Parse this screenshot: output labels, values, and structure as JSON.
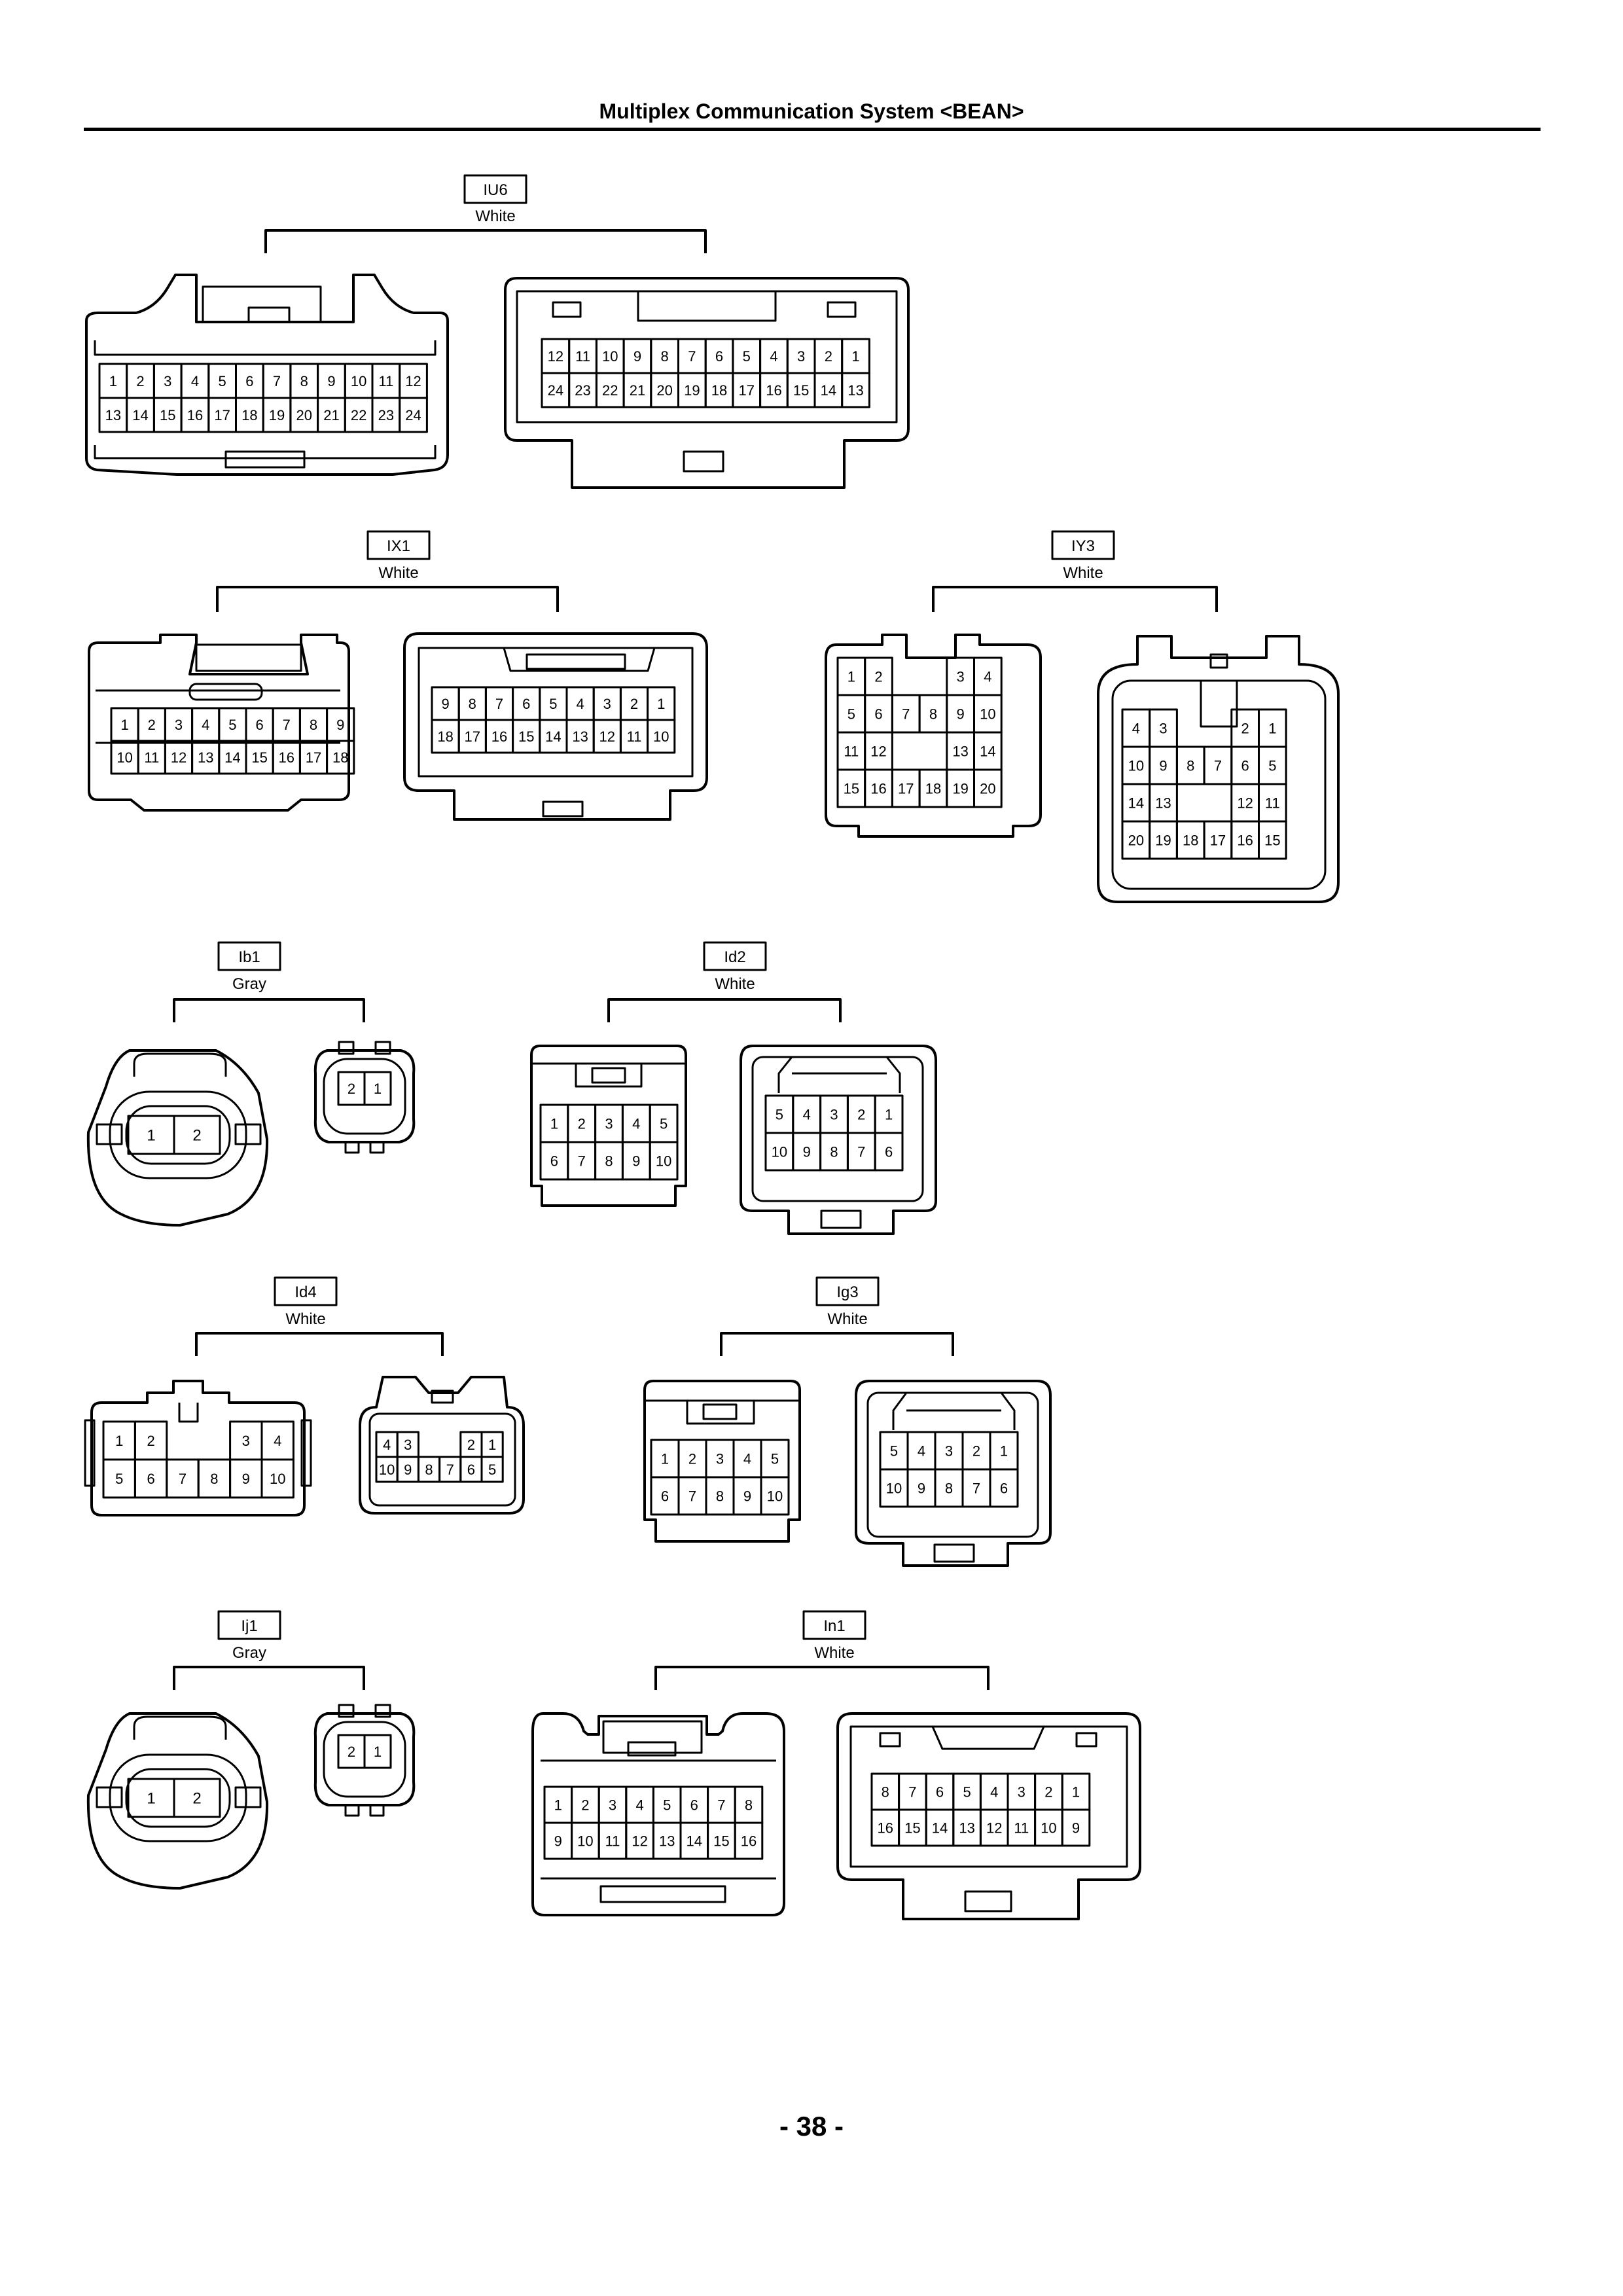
{
  "header": {
    "title": "Multiplex Communication System <BEAN>"
  },
  "page_number": "- 38 -",
  "connectors": [
    {
      "id": "IU6",
      "color": "White"
    },
    {
      "id": "IX1",
      "color": "White"
    },
    {
      "id": "IY3",
      "color": "White"
    },
    {
      "id": "Ib1",
      "color": "Gray"
    },
    {
      "id": "Id2",
      "color": "White"
    },
    {
      "id": "Id4",
      "color": "White"
    },
    {
      "id": "Ig3",
      "color": "White"
    },
    {
      "id": "Ij1",
      "color": "Gray"
    },
    {
      "id": "In1",
      "color": "White"
    }
  ],
  "pins": {
    "iu6_left": [
      [
        "1",
        "2",
        "3",
        "4",
        "5",
        "6",
        "7",
        "8",
        "9",
        "10",
        "11",
        "12"
      ],
      [
        "13",
        "14",
        "15",
        "16",
        "17",
        "18",
        "19",
        "20",
        "21",
        "22",
        "23",
        "24"
      ]
    ],
    "iu6_right": [
      [
        "12",
        "11",
        "10",
        "9",
        "8",
        "7",
        "6",
        "5",
        "4",
        "3",
        "2",
        "1"
      ],
      [
        "24",
        "23",
        "22",
        "21",
        "20",
        "19",
        "18",
        "17",
        "16",
        "15",
        "14",
        "13"
      ]
    ],
    "ix1_left": [
      [
        "1",
        "2",
        "3",
        "4",
        "5",
        "6",
        "7",
        "8",
        "9"
      ],
      [
        "10",
        "11",
        "12",
        "13",
        "14",
        "15",
        "16",
        "17",
        "18"
      ]
    ],
    "ix1_right": [
      [
        "9",
        "8",
        "7",
        "6",
        "5",
        "4",
        "3",
        "2",
        "1"
      ],
      [
        "18",
        "17",
        "16",
        "15",
        "14",
        "13",
        "12",
        "11",
        "10"
      ]
    ],
    "iy3_left": [
      [
        "1",
        "2",
        "",
        "",
        "3",
        "4"
      ],
      [
        "5",
        "6",
        "7",
        "8",
        "9",
        "10"
      ],
      [
        "11",
        "12",
        "",
        "",
        "13",
        "14"
      ],
      [
        "15",
        "16",
        "17",
        "18",
        "19",
        "20"
      ]
    ],
    "iy3_right": [
      [
        "4",
        "3",
        "",
        "",
        "2",
        "1"
      ],
      [
        "10",
        "9",
        "8",
        "7",
        "6",
        "5"
      ],
      [
        "14",
        "13",
        "",
        "",
        "12",
        "11"
      ],
      [
        "20",
        "19",
        "18",
        "17",
        "16",
        "15"
      ]
    ],
    "ib1_left": [
      [
        "1",
        "2"
      ]
    ],
    "ib1_right": [
      [
        "2",
        "1"
      ]
    ],
    "id2_left": [
      [
        "1",
        "2",
        "3",
        "4",
        "5"
      ],
      [
        "6",
        "7",
        "8",
        "9",
        "10"
      ]
    ],
    "id2_right": [
      [
        "5",
        "4",
        "3",
        "2",
        "1"
      ],
      [
        "10",
        "9",
        "8",
        "7",
        "6"
      ]
    ],
    "id4_left": [
      [
        "1",
        "2",
        "",
        "",
        "3",
        "4"
      ],
      [
        "5",
        "6",
        "7",
        "8",
        "9",
        "10"
      ]
    ],
    "id4_right": [
      [
        "4",
        "3",
        "",
        "",
        "2",
        "1"
      ],
      [
        "10",
        "9",
        "8",
        "7",
        "6",
        "5"
      ]
    ],
    "ig3_left": [
      [
        "1",
        "2",
        "3",
        "4",
        "5"
      ],
      [
        "6",
        "7",
        "8",
        "9",
        "10"
      ]
    ],
    "ig3_right": [
      [
        "5",
        "4",
        "3",
        "2",
        "1"
      ],
      [
        "10",
        "9",
        "8",
        "7",
        "6"
      ]
    ],
    "ij1_left": [
      [
        "1",
        "2"
      ]
    ],
    "ij1_right": [
      [
        "2",
        "1"
      ]
    ],
    "in1_left": [
      [
        "1",
        "2",
        "3",
        "4",
        "5",
        "6",
        "7",
        "8"
      ],
      [
        "9",
        "10",
        "11",
        "12",
        "13",
        "14",
        "15",
        "16"
      ]
    ],
    "in1_right": [
      [
        "8",
        "7",
        "6",
        "5",
        "4",
        "3",
        "2",
        "1"
      ],
      [
        "16",
        "15",
        "14",
        "13",
        "12",
        "11",
        "10",
        "9"
      ]
    ]
  }
}
